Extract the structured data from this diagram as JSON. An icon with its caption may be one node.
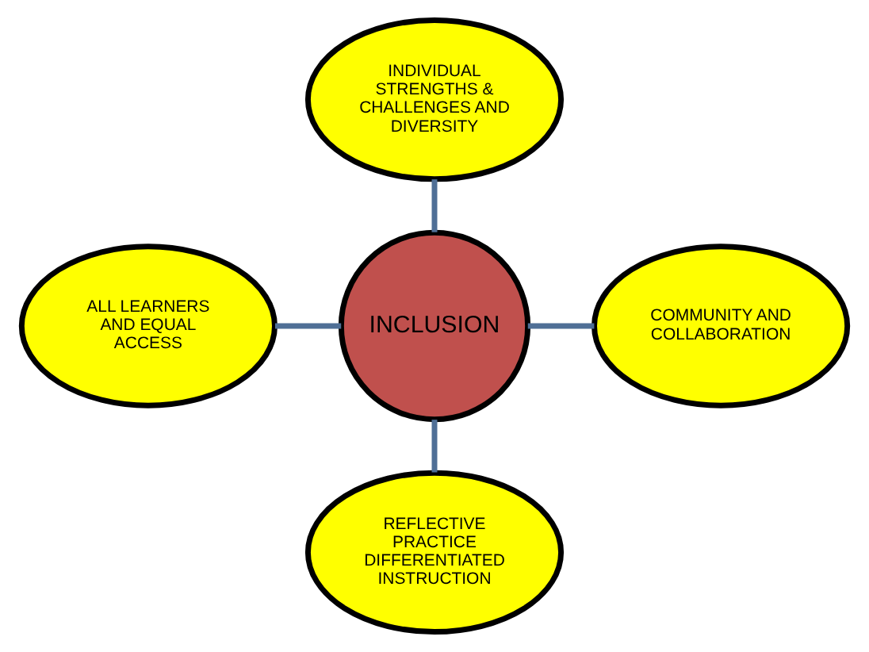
{
  "diagram": {
    "nodes": [
      {
        "text": [
          "INDIVIDUAL STRENGTHS & CHALLENGES AND DIVERSITY"
        ]
      },
      {
        "text": [
          "ALL LEARNERS AND EQUAL ACCESS"
        ]
      },
      {
        "text": [
          "INCLUSION"
        ]
      },
      {
        "text": [
          "COMMUNITY AND COLLABORATION"
        ]
      },
      {
        "text": [
          "REFLECTIVE PRACTICE DIFFERENTIATED INSTRUCTION"
        ]
      }
    ],
    "edges": [
      {
        "from": 0,
        "to": 2,
        "arrow": "none"
      },
      {
        "from": 1,
        "to": 2,
        "arrow": "none"
      },
      {
        "from": 2,
        "to": 3,
        "arrow": "none"
      },
      {
        "from": 2,
        "to": 4,
        "arrow": "none"
      }
    ]
  }
}
